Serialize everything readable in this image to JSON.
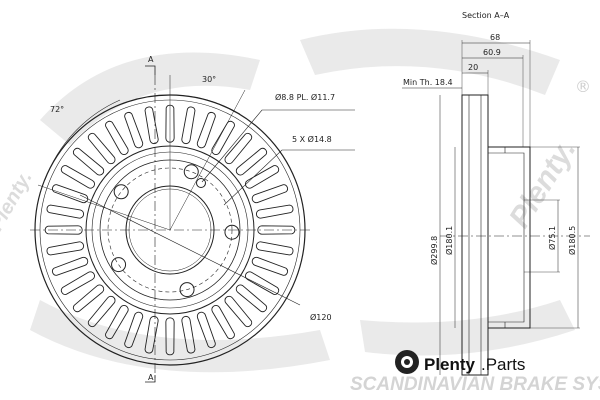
{
  "watermark": {
    "footer_text": "SCANDINAVIAN BRAKE SYSTEMS",
    "side_text": "Plenty.",
    "registered_mark": "®"
  },
  "brand": {
    "name": "Plenty",
    "suffix": ".Parts"
  },
  "drawing": {
    "section_label": "Section A–A",
    "marker_a": "A",
    "angle_30": "30°",
    "angle_72": "72°",
    "hole_spec": "Ø8.8  PL. Ø11.7",
    "bolt_spec": "5 X Ø14.8",
    "pcd": "Ø120",
    "min_th_label": "Min Th. 18.4",
    "width_overall": "68",
    "width_hat": "60.9",
    "thickness": "20",
    "dia_outer": "Ø299.8",
    "dia_friction_inner": "Ø180.1",
    "dia_hub": "Ø75.1",
    "dia_hat": "Ø180.5"
  }
}
